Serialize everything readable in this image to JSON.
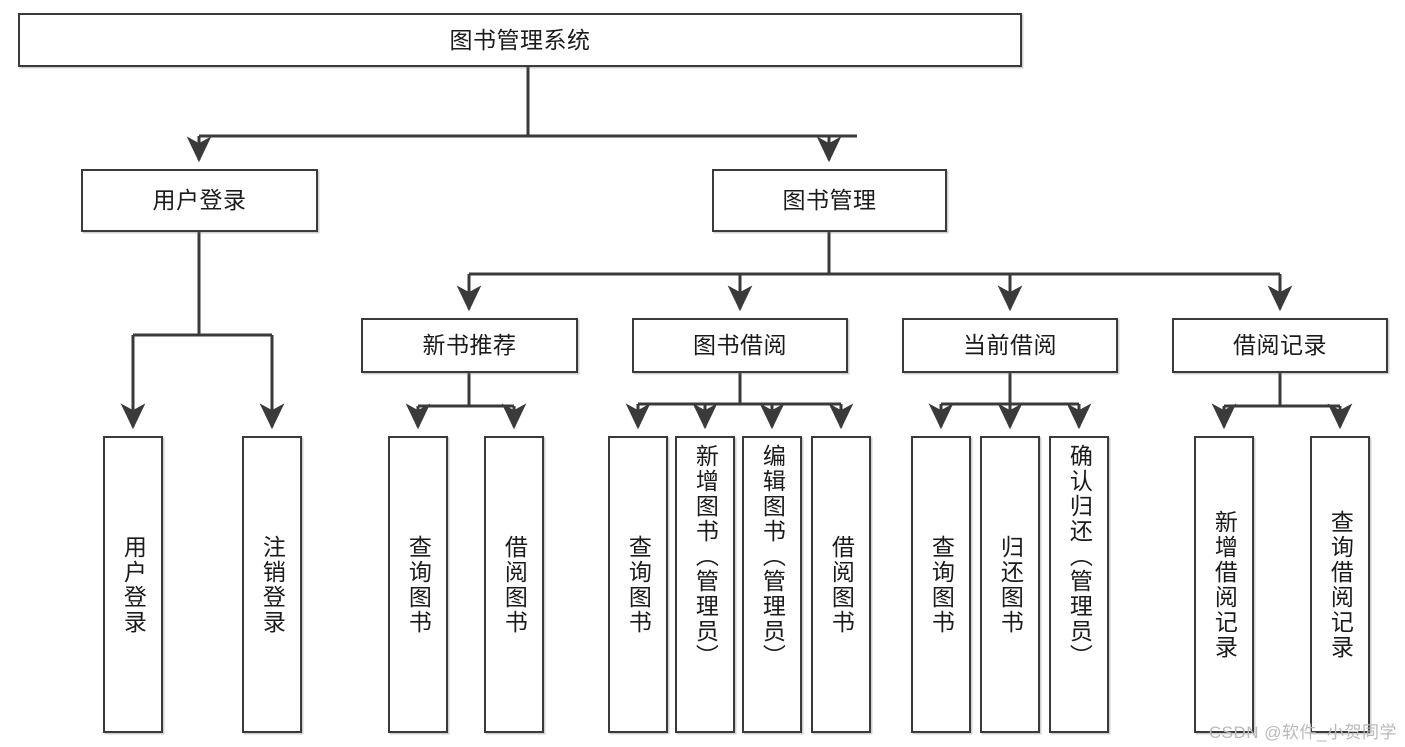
{
  "diagram": {
    "title": "图书管理系统",
    "type": "tree",
    "colors": {
      "box_border": "#3a3a3a",
      "box_fill": "#ffffff",
      "edge": "#3a3a3a",
      "text": "#1b1b1b",
      "watermark": "#b9b9b9"
    }
  },
  "root": {
    "label": "图书管理系统"
  },
  "level2": [
    {
      "id": "user-login",
      "label": "用户登录"
    },
    {
      "id": "book-manage",
      "label": "图书管理"
    }
  ],
  "level3": [
    {
      "id": "new-book-rec",
      "label": "新书推荐"
    },
    {
      "id": "book-borrow",
      "label": "图书借阅"
    },
    {
      "id": "current-borrow",
      "label": "当前借阅"
    },
    {
      "id": "borrow-record",
      "label": "借阅记录"
    }
  ],
  "leaves": [
    {
      "id": "leaf-user-login",
      "label": "用户登录",
      "parent": "user-login"
    },
    {
      "id": "leaf-logout",
      "label": "注销登录",
      "parent": "user-login"
    },
    {
      "id": "leaf-query-book-1",
      "label": "查询图书",
      "parent": "new-book-rec"
    },
    {
      "id": "leaf-borrow-book-1",
      "label": "借阅图书",
      "parent": "new-book-rec"
    },
    {
      "id": "leaf-query-book-2",
      "label": "查询图书",
      "parent": "book-borrow"
    },
    {
      "id": "leaf-add-book",
      "label": "新增图书（管理员）",
      "parent": "book-borrow"
    },
    {
      "id": "leaf-edit-book",
      "label": "编辑图书（管理员）",
      "parent": "book-borrow"
    },
    {
      "id": "leaf-borrow-book-2",
      "label": "借阅图书",
      "parent": "book-borrow"
    },
    {
      "id": "leaf-query-book-3",
      "label": "查询图书",
      "parent": "current-borrow"
    },
    {
      "id": "leaf-return-book",
      "label": "归还图书",
      "parent": "current-borrow"
    },
    {
      "id": "leaf-confirm-return",
      "label": "确认归还（管理员）",
      "parent": "current-borrow"
    },
    {
      "id": "leaf-add-record",
      "label": "新增借阅记录",
      "parent": "borrow-record"
    },
    {
      "id": "leaf-query-record",
      "label": "查询借阅记录",
      "parent": "borrow-record"
    }
  ],
  "watermark": {
    "text": "CSDN @软件_小贺同学"
  }
}
